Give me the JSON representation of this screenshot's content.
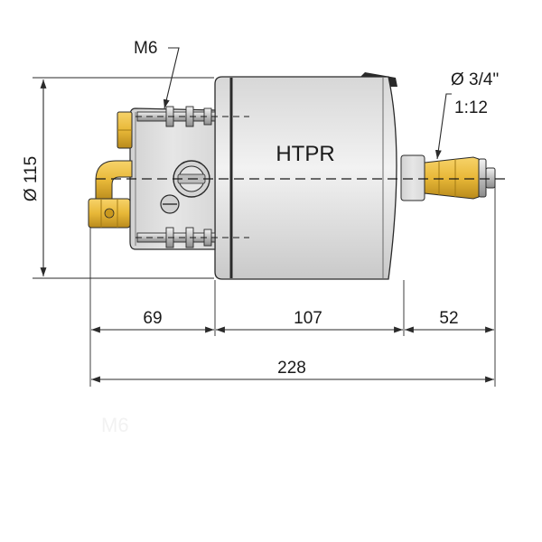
{
  "diagram": {
    "body_label": "HTPR",
    "thread_label": "M6",
    "shaft_label_line1": "Ø 3/4\"",
    "shaft_label_line2": "1:12",
    "diameter_label": "Ø 115",
    "dim_front": "69",
    "dim_body": "107",
    "dim_shaft": "52",
    "dim_total": "228",
    "faded_text": "M6"
  },
  "colors": {
    "body_fill": "#e2e2e2",
    "brass": "#e8b838",
    "brass_dark": "#a27a14",
    "line": "#2a2a2a"
  }
}
